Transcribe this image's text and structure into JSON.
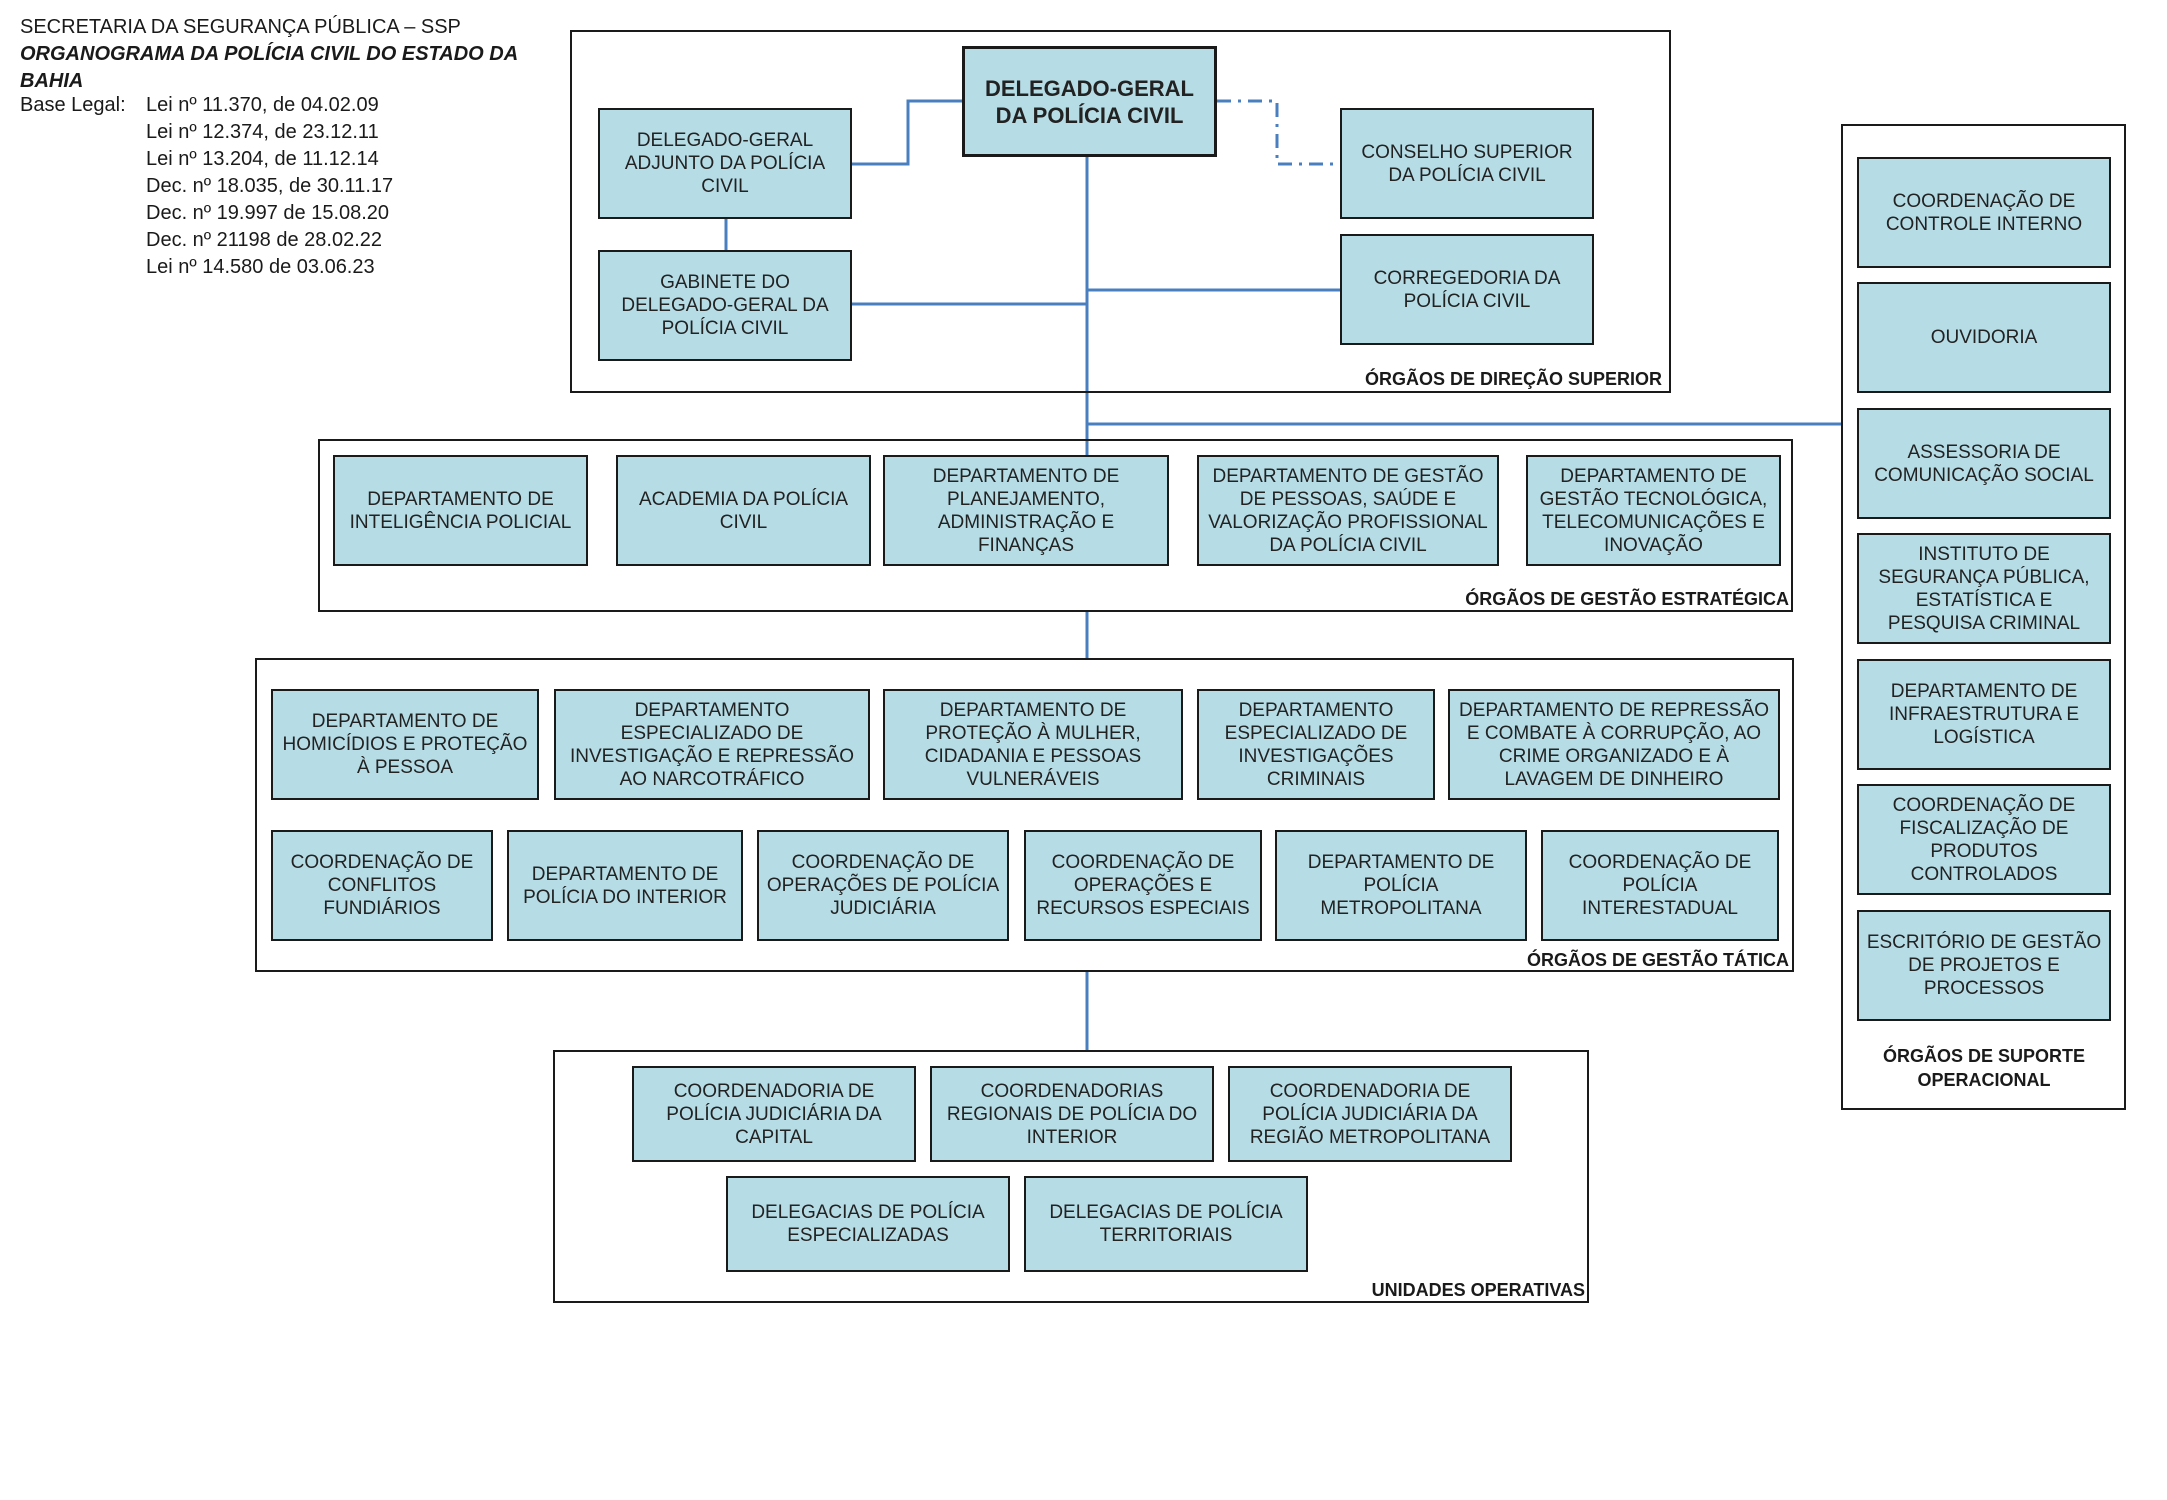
{
  "header": {
    "line1": "SECRETARIA DA SEGURANÇA PÚBLICA – SSP",
    "line2": "ORGANOGRAMA DA POLÍCIA CIVIL DO ESTADO DA BAHIA",
    "legal_label": "Base Legal:",
    "laws": [
      "Lei nº 11.370, de 04.02.09",
      "Lei nº 12.374, de 23.12.11",
      "Lei nº 13.204, de 11.12.14",
      "Dec. nº 18.035, de 30.11.17",
      "Dec. nº 19.997 de 15.08.20",
      "Dec. nº 21198 de 28.02.22",
      "Lei   nº 14.580 de 03.06.23"
    ]
  },
  "direcao": {
    "label": "ÓRGÃOS DE DIREÇÃO SUPERIOR",
    "delegado_geral": "DELEGADO-GERAL DA POLÍCIA CIVIL",
    "adjunto": "DELEGADO-GERAL ADJUNTO DA POLÍCIA CIVIL",
    "gabinete": "GABINETE DO DELEGADO-GERAL DA POLÍCIA CIVIL",
    "conselho": "CONSELHO SUPERIOR DA POLÍCIA CIVIL",
    "corregedoria": "CORREGEDORIA DA POLÍCIA CIVIL"
  },
  "estrategica": {
    "label": "ÓRGÃOS DE GESTÃO ESTRATÉGICA",
    "items": [
      "DEPARTAMENTO DE INTELIGÊNCIA POLICIAL",
      "ACADEMIA DA POLÍCIA CIVIL",
      "DEPARTAMENTO DE PLANEJAMENTO, ADMINISTRAÇÃO E FINANÇAS",
      "DEPARTAMENTO DE GESTÃO DE PESSOAS, SAÚDE E VALORIZAÇÃO PROFISSIONAL DA POLÍCIA CIVIL",
      "DEPARTAMENTO DE GESTÃO TECNOLÓGICA, TELECOMUNICAÇÕES E INOVAÇÃO"
    ]
  },
  "tatica": {
    "label": "ÓRGÃOS DE GESTÃO TÁTICA",
    "row1": [
      "DEPARTAMENTO DE HOMICÍDIOS E PROTEÇÃO À PESSOA",
      "DEPARTAMENTO ESPECIALIZADO DE INVESTIGAÇÃO E REPRESSÃO AO NARCOTRÁFICO",
      "DEPARTAMENTO DE PROTEÇÃO À MULHER, CIDADANIA E PESSOAS VULNERÁVEIS",
      "DEPARTAMENTO ESPECIALIZADO DE INVESTIGAÇÕES CRIMINAIS",
      "DEPARTAMENTO DE REPRESSÃO E COMBATE À CORRUPÇÃO, AO CRIME ORGANIZADO E À LAVAGEM DE DINHEIRO"
    ],
    "row2": [
      "COORDENAÇÃO DE CONFLITOS FUNDIÁRIOS",
      "DEPARTAMENTO DE POLÍCIA DO INTERIOR",
      "COORDENAÇÃO DE OPERAÇÕES DE POLÍCIA JUDICIÁRIA",
      "COORDENAÇÃO DE OPERAÇÕES E RECURSOS ESPECIAIS",
      "DEPARTAMENTO DE POLÍCIA METROPOLITANA",
      "COORDENAÇÃO DE POLÍCIA INTERESTADUAL"
    ]
  },
  "operativas": {
    "label": "UNIDADES OPERATIVAS",
    "row1": [
      "COORDENADORIA DE POLÍCIA JUDICIÁRIA DA CAPITAL",
      "COORDENADORIAS REGIONAIS DE POLÍCIA DO INTERIOR",
      "COORDENADORIA DE POLÍCIA JUDICIÁRIA DA REGIÃO METROPOLITANA"
    ],
    "row2": [
      "DELEGACIAS DE POLÍCIA ESPECIALIZADAS",
      "DELEGACIAS DE POLÍCIA TERRITORIAIS"
    ]
  },
  "suporte": {
    "label": "ÓRGÃOS DE SUPORTE OPERACIONAL",
    "items": [
      "COORDENAÇÃO DE CONTROLE INTERNO",
      "OUVIDORIA",
      "ASSESSORIA DE COMUNICAÇÃO SOCIAL",
      "INSTITUTO DE SEGURANÇA PÚBLICA, ESTATÍSTICA E PESQUISA CRIMINAL",
      "DEPARTAMENTO DE INFRAESTRUTURA E LOGÍSTICA",
      "COORDENAÇÃO DE FISCALIZAÇÃO DE PRODUTOS CONTROLADOS",
      "ESCRITÓRIO DE GESTÃO DE PROJETOS E PROCESSOS"
    ]
  },
  "colors": {
    "box_fill": "#b6dce6",
    "connector": "#4a7fbf",
    "border": "#1a1a1a"
  }
}
